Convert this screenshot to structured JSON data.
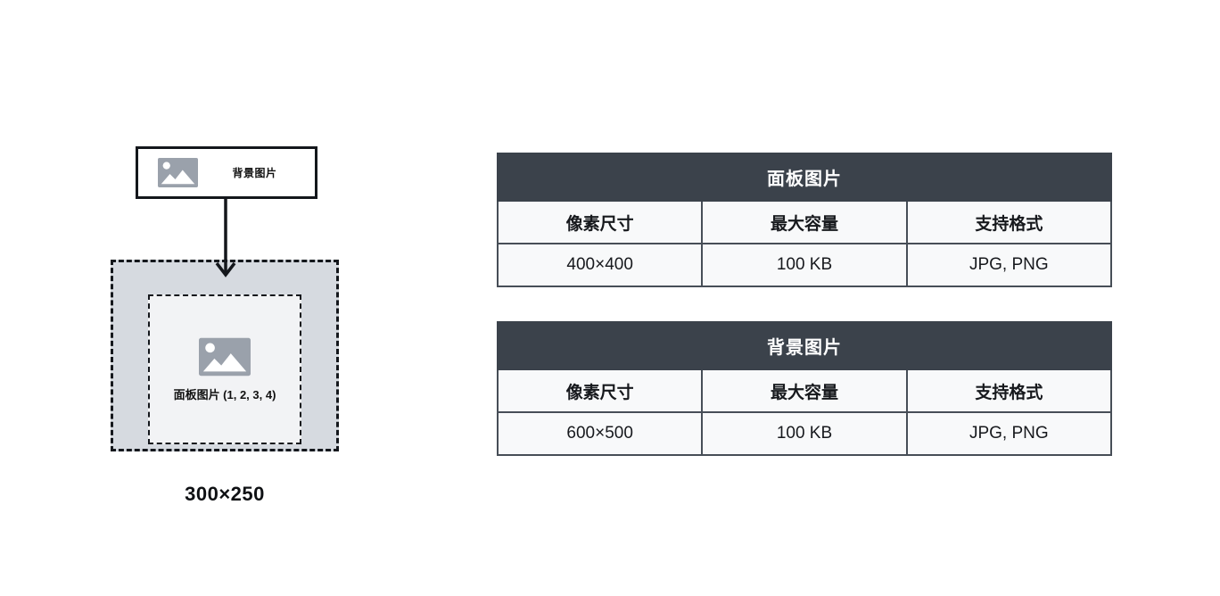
{
  "diagram": {
    "source_box_label": "背景图片",
    "inner_box_label": "面板图片 (1, 2, 3, 4)",
    "size_label": "300×250"
  },
  "tables": [
    {
      "title": "面板图片",
      "columns": [
        "像素尺寸",
        "最大容量",
        "支持格式"
      ],
      "rows": [
        [
          "400×400",
          "100 KB",
          "JPG, PNG"
        ]
      ]
    },
    {
      "title": "背景图片",
      "columns": [
        "像素尺寸",
        "最大容量",
        "支持格式"
      ],
      "rows": [
        [
          "600×500",
          "100 KB",
          "JPG, PNG"
        ]
      ]
    }
  ],
  "icons": {
    "image_placeholder": "image-icon",
    "down_arrow": "down-arrow-icon"
  },
  "colors": {
    "table_title_bg": "#3b424b",
    "table_title_text": "#ffffff",
    "cell_bg": "#f8f9fa",
    "cell_border": "#474e57",
    "outer_box_bg": "#d6dae0",
    "inner_box_bg": "#f2f3f5",
    "icon_gray": "#9aa1ab",
    "line_black": "#14171c"
  }
}
